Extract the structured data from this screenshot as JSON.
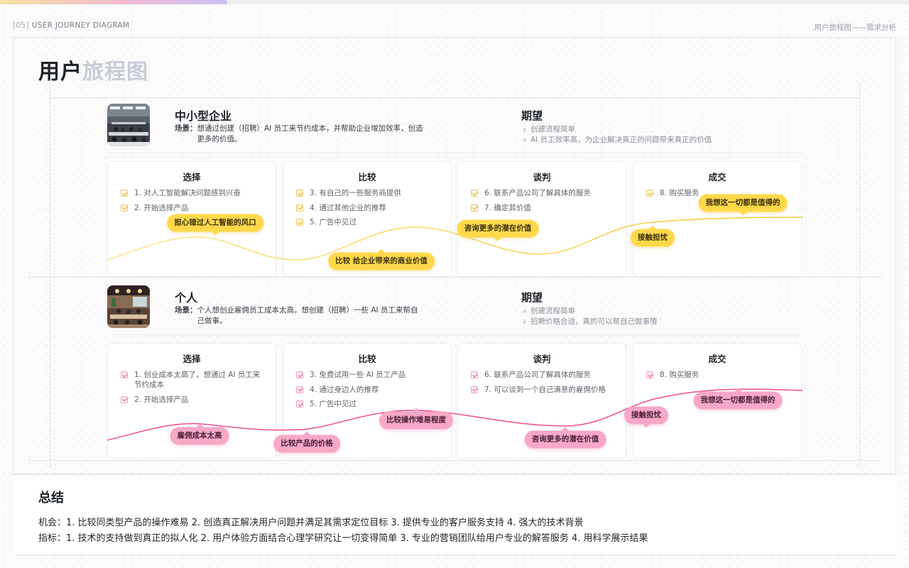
{
  "header": {
    "section_number": "[05]",
    "section_label": "USER JOURNEY DIAGRAM",
    "right_label": "用户旅程图——需求分析"
  },
  "progress": 0.25,
  "title": {
    "dark": "用户",
    "light": "旅程图"
  },
  "colors": {
    "yellow": "#ffd94a",
    "yellow_line": "#f7c93c",
    "pink": "#f7a8c6",
    "pink_line": "#ec4f8a"
  },
  "personas": [
    {
      "name": "中小型企业",
      "scenario_label": "场景：",
      "scenario": "想通过创建（招聘）AI 员工来节约成本，并帮助企业增加效率，创造更多的价值。",
      "expectation_title": "期望",
      "expectations": [
        "创建流程简单",
        "AI 员工效率高，为企业解决真正的问题带来真正的价值"
      ],
      "stages": [
        {
          "title": "选择",
          "items": [
            "1. 对人工智能解决问题感到兴奋",
            "2. 开始选择产品"
          ]
        },
        {
          "title": "比较",
          "items": [
            "3. 有自己的一些服务商提供",
            "4. 通过其他企业的推荐",
            "5. 广告中见过"
          ]
        },
        {
          "title": "谈判",
          "items": [
            "6. 联系产品公司了解具体的服务",
            "7. 确定其价值"
          ]
        },
        {
          "title": "成交",
          "items": [
            "8. 购买服务"
          ]
        }
      ],
      "emotions": [
        "担心错过人工智能的风口",
        "比较 给企业带来的商业价值",
        "咨询更多的潜在价值",
        "接触担忧",
        "我想这一切都是值得的"
      ]
    },
    {
      "name": "个人",
      "scenario_label": "场景：",
      "scenario": "个人想创业雇佣员工成本太高，想创建（招聘）一些 AI 员工来帮自己做事。",
      "expectation_title": "期望",
      "expectations": [
        "创建流程简单",
        "招聘价格合适，真的可以帮自己做事情"
      ],
      "stages": [
        {
          "title": "选择",
          "items": [
            "1. 创业成本太高了，想通过 AI 员工来节约成本",
            "2. 开始选择产品"
          ]
        },
        {
          "title": "比较",
          "items": [
            "3. 免费试用一些 AI 员工产品",
            "4. 通过身边人的推荐",
            "5. 广告中见过"
          ]
        },
        {
          "title": "谈判",
          "items": [
            "6. 联系产品公司了解具体的服务",
            "7. 可以谈到一个自己满意的雇佣价格"
          ]
        },
        {
          "title": "成交",
          "items": [
            "8. 购买服务"
          ]
        }
      ],
      "emotions": [
        "雇佣成本太高",
        "比较产品的价格",
        "比较操作难易程度",
        "咨询更多的潜在价值",
        "接触担忧",
        "我想这一切都是值得的"
      ]
    }
  ],
  "summary": {
    "title": "总结",
    "lines": [
      "机会：1. 比较同类型产品的操作难易 2. 创造真正解决用户问题并满足其需求定位目标 3. 提供专业的客户服务支持 4. 强大的技术背景",
      "指标：1. 技术的支持做到真正的拟人化 2. 用户体验方面结合心理学研究让一切变得简单 3. 专业的营销团队给用户专业的解答服务 4. 用科学展示结果"
    ]
  }
}
